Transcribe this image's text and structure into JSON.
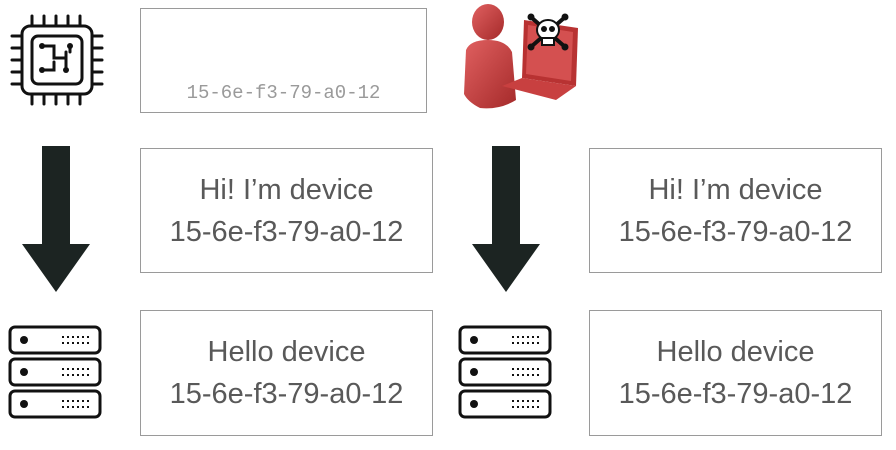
{
  "top_box": {
    "mac": "15-6e-f3-79-a0-12"
  },
  "left": {
    "request": {
      "line1": "Hi! I’m device",
      "line2": "15-6e-f3-79-a0-12"
    },
    "response": {
      "line1": "Hello device",
      "line2": "15-6e-f3-79-a0-12"
    }
  },
  "right": {
    "request": {
      "line1": "Hi! I’m device",
      "line2": "15-6e-f3-79-a0-12"
    },
    "response": {
      "line1": "Hello device",
      "line2": "15-6e-f3-79-a0-12"
    }
  },
  "icons": {
    "device": "chip-icon",
    "attacker": "hacker-with-laptop-icon",
    "server": "server-rack-icon",
    "arrow": "arrow-down-icon"
  },
  "colors": {
    "attacker": "#c94040",
    "ink": "#1c1c1c",
    "text": "#595959"
  }
}
